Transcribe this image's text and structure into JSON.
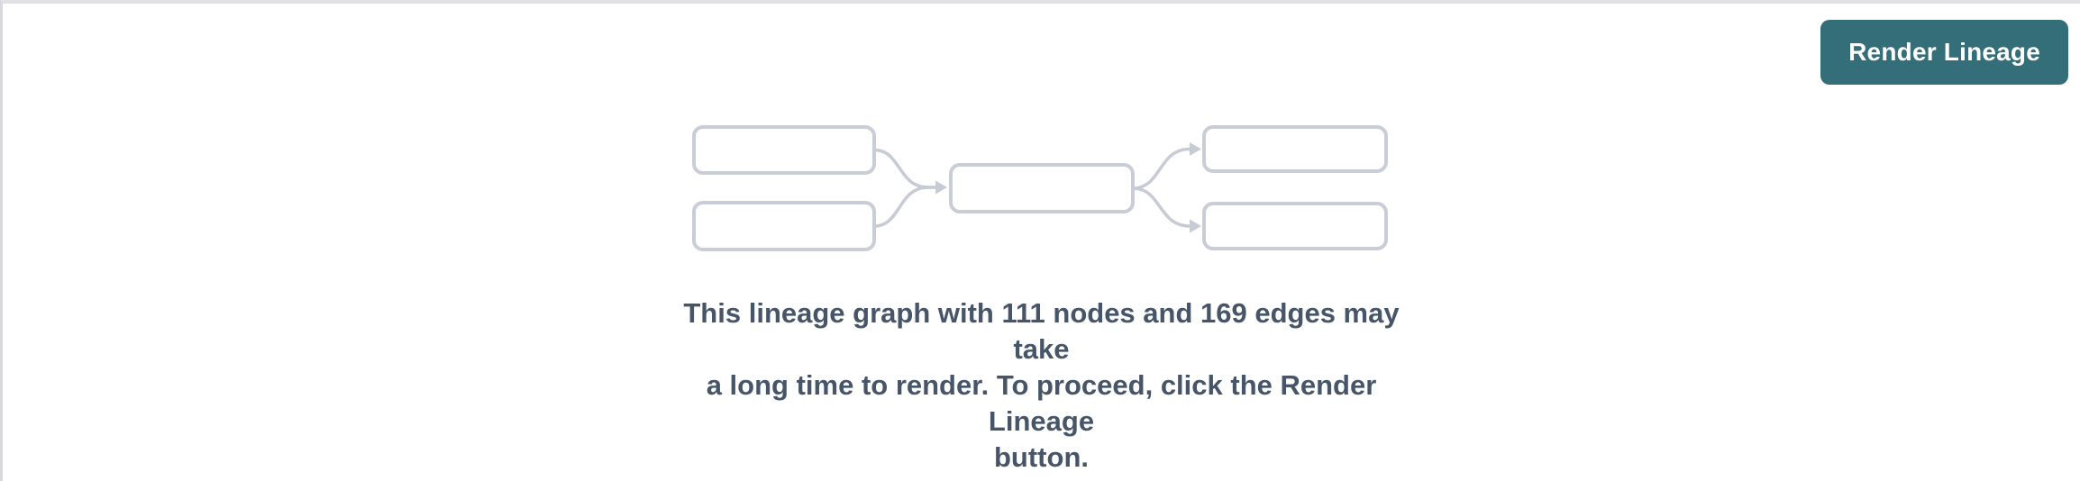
{
  "colors": {
    "accent": "#346f79",
    "button_text": "#ffffff",
    "panel_border_top": "#e1e1e5",
    "panel_border_left": "#d8d9dc",
    "node_stroke": "#c9cdd6",
    "arrow": "#c6cbd4",
    "message_text": "#475569",
    "background": "#ffffff"
  },
  "toolbar": {
    "render_button_label": "Render Lineage"
  },
  "placeholder": {
    "graphic": {
      "type": "mini-lineage-preview",
      "upstream_nodes": 2,
      "center_nodes": 1,
      "downstream_nodes": 2,
      "edges": 4
    },
    "node_count": "111",
    "edge_count": "169",
    "message_full": "This lineage graph with 111 nodes and 169 edges may take a long time to render. To proceed, click the Render Lineage button.",
    "message_lines": [
      "This lineage graph with 111 nodes and 169 edges may take",
      "a long time to render. To proceed, click the Render Lineage",
      "button."
    ]
  }
}
